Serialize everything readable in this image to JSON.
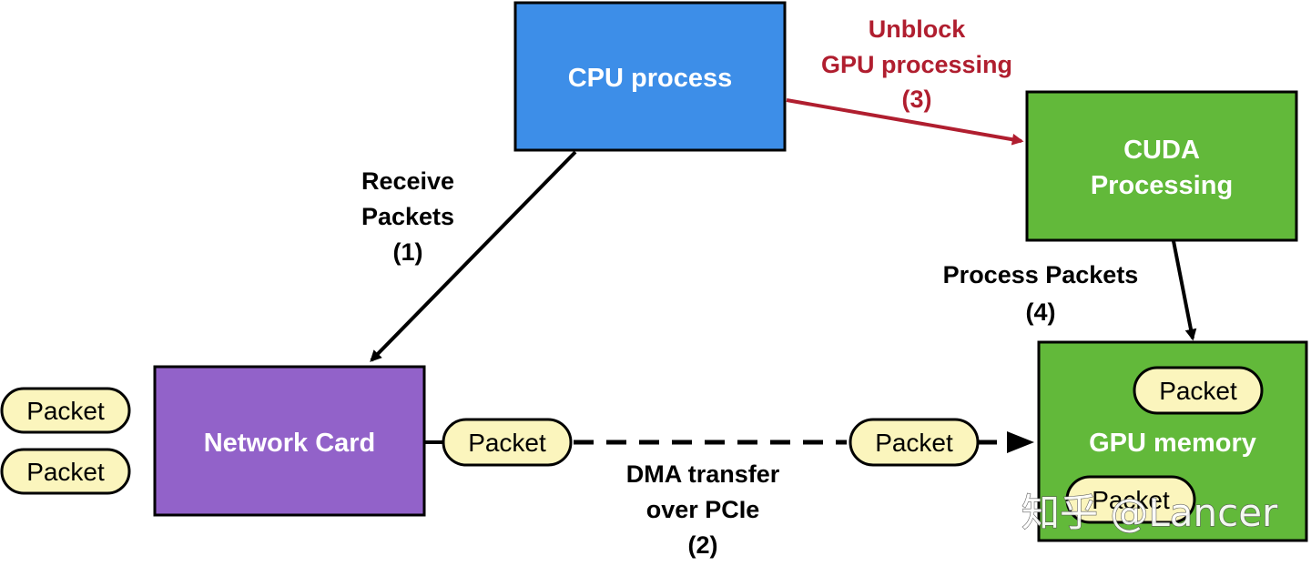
{
  "nodes": {
    "cpu": {
      "label": "CPU process",
      "fill": "#3d8ee8"
    },
    "cuda": {
      "line1": "CUDA",
      "line2": "Processing",
      "fill": "#62b93a"
    },
    "network_card": {
      "label": "Network Card",
      "fill": "#9262c9"
    },
    "gpu_memory": {
      "label": "GPU memory",
      "fill": "#62b93a"
    }
  },
  "packet_label": "Packet",
  "packets": {
    "queue_1": "Packet",
    "queue_2": "Packet",
    "in_transit_1": "Packet",
    "in_transit_2": "Packet",
    "gpu_mem_1": "Packet",
    "gpu_mem_2": "Packet"
  },
  "steps": {
    "receive": {
      "line1": "Receive",
      "line2": "Packets",
      "line3": "(1)"
    },
    "dma": {
      "line1": "DMA transfer",
      "line2": "over PCIe",
      "line3": "(2)"
    },
    "unblock": {
      "line1": "Unblock",
      "line2": "GPU processing",
      "line3": "(3)",
      "color": "#b01e2f"
    },
    "process": {
      "line1": "Process Packets",
      "line2": "(4)"
    }
  },
  "watermark": "知乎 @Lancer",
  "colors": {
    "packet_fill": "#fbf5bd",
    "outline": "#000000",
    "unblock_arrow": "#b01e2f"
  }
}
